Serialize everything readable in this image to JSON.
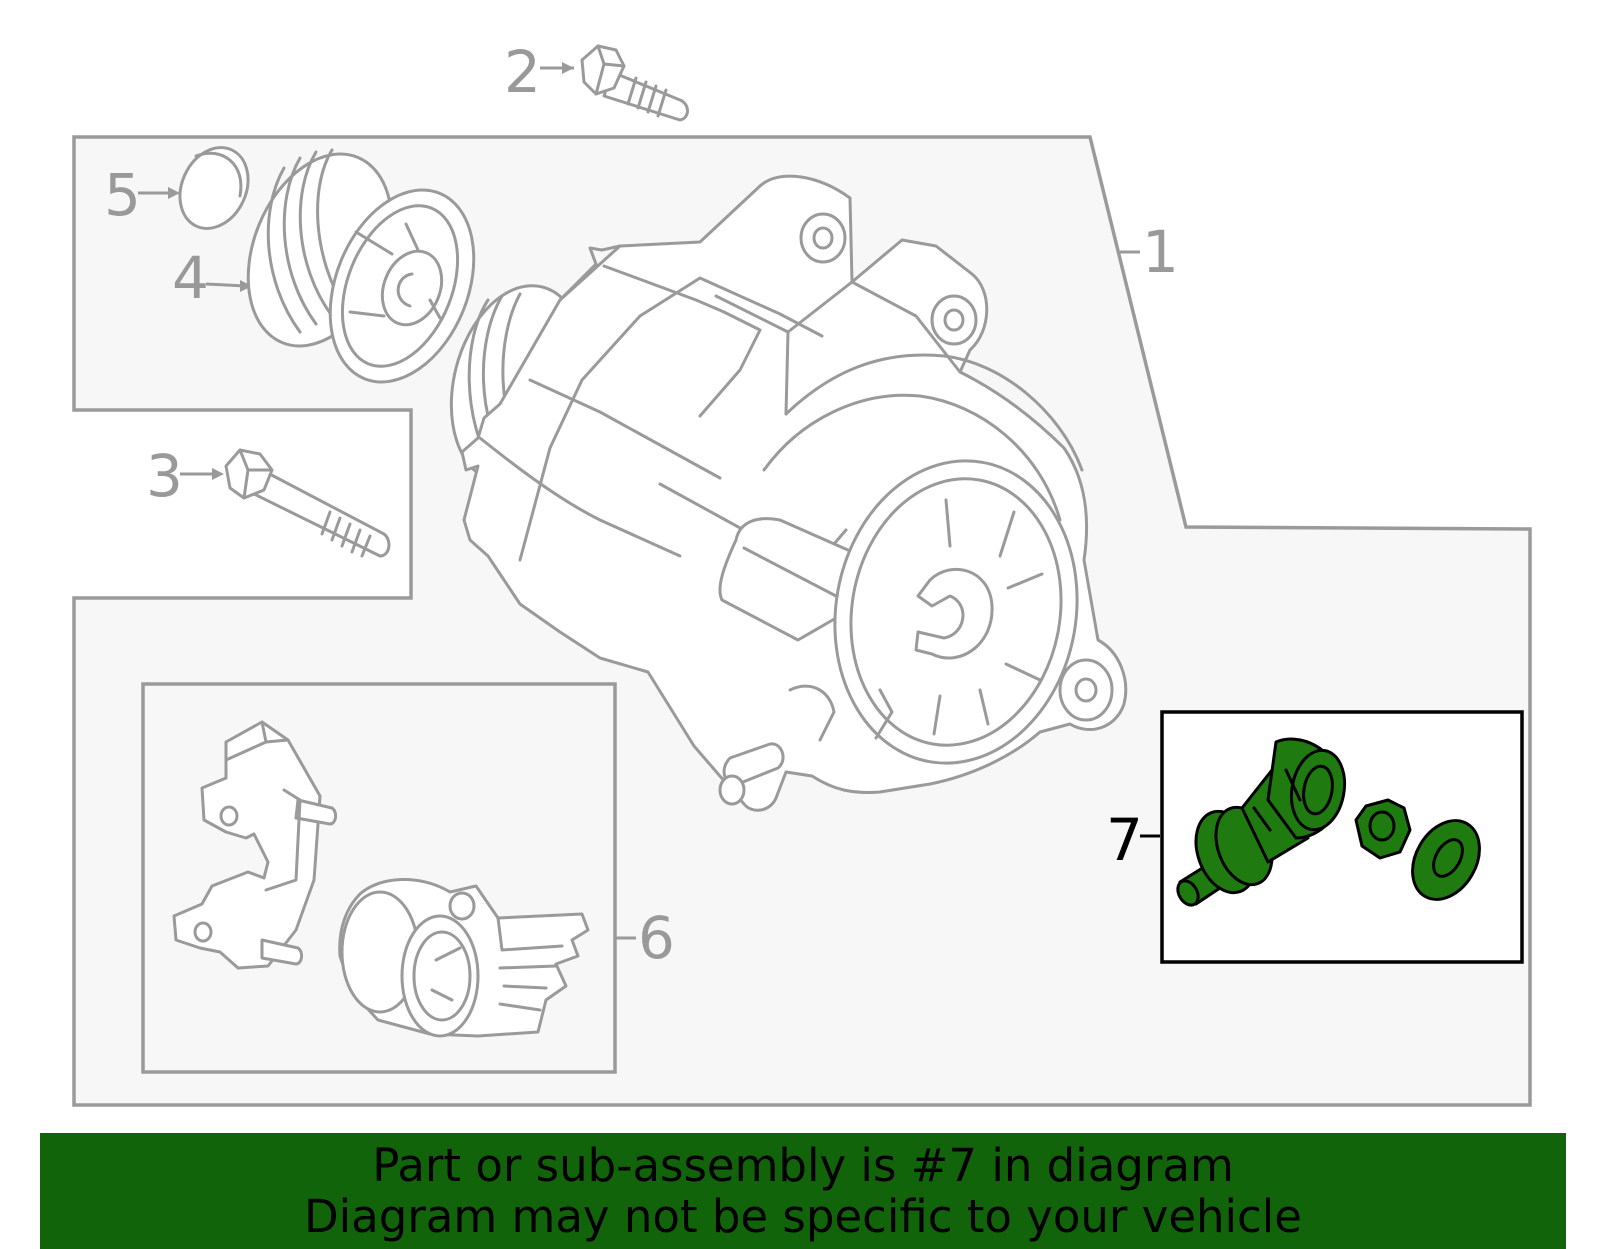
{
  "callouts": {
    "c1": "1",
    "c2": "2",
    "c3": "3",
    "c4": "4",
    "c5": "5",
    "c6": "6",
    "c7": "7"
  },
  "banner": {
    "line1": "Part or sub-assembly is #7 in diagram",
    "line2": "Diagram may not be specific to your vehicle"
  },
  "colors": {
    "highlight_part": "#1f7a10",
    "banner_bg": "#116409",
    "line_gray": "#9a9a9a",
    "assembly_bg": "#f7f7f7"
  },
  "icons": [
    "alternator-icon",
    "bolt-icon",
    "pulley-icon",
    "cap-icon",
    "regulator-icon",
    "terminal-kit-icon",
    "nut-icon",
    "washer-icon"
  ]
}
